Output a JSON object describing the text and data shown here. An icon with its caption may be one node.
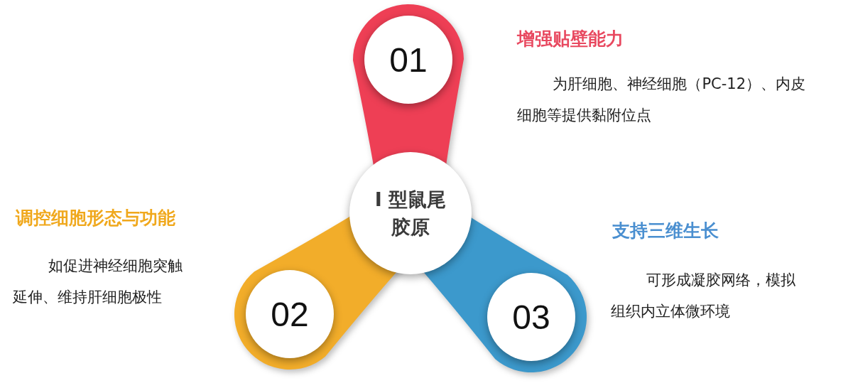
{
  "diagram": {
    "nodes": [
      {
        "text": [
          "I 型鼠尾胶原"
        ]
      },
      {
        "text": [
          "01"
        ],
        "beside": [
          "增强贴壁能力",
          "为肝细胞、神经细胞（PC-12）、内皮细胞等提供黏附位点"
        ]
      },
      {
        "text": [
          "02"
        ],
        "beside": [
          "调控细胞形态与功能",
          "如促进神经细胞突触延伸、维持肝细胞极性"
        ]
      },
      {
        "text": [
          "03"
        ],
        "beside": [
          "支持三维生长",
          "可形成凝胶网络，模拟组织内立体微环境"
        ]
      }
    ]
  }
}
